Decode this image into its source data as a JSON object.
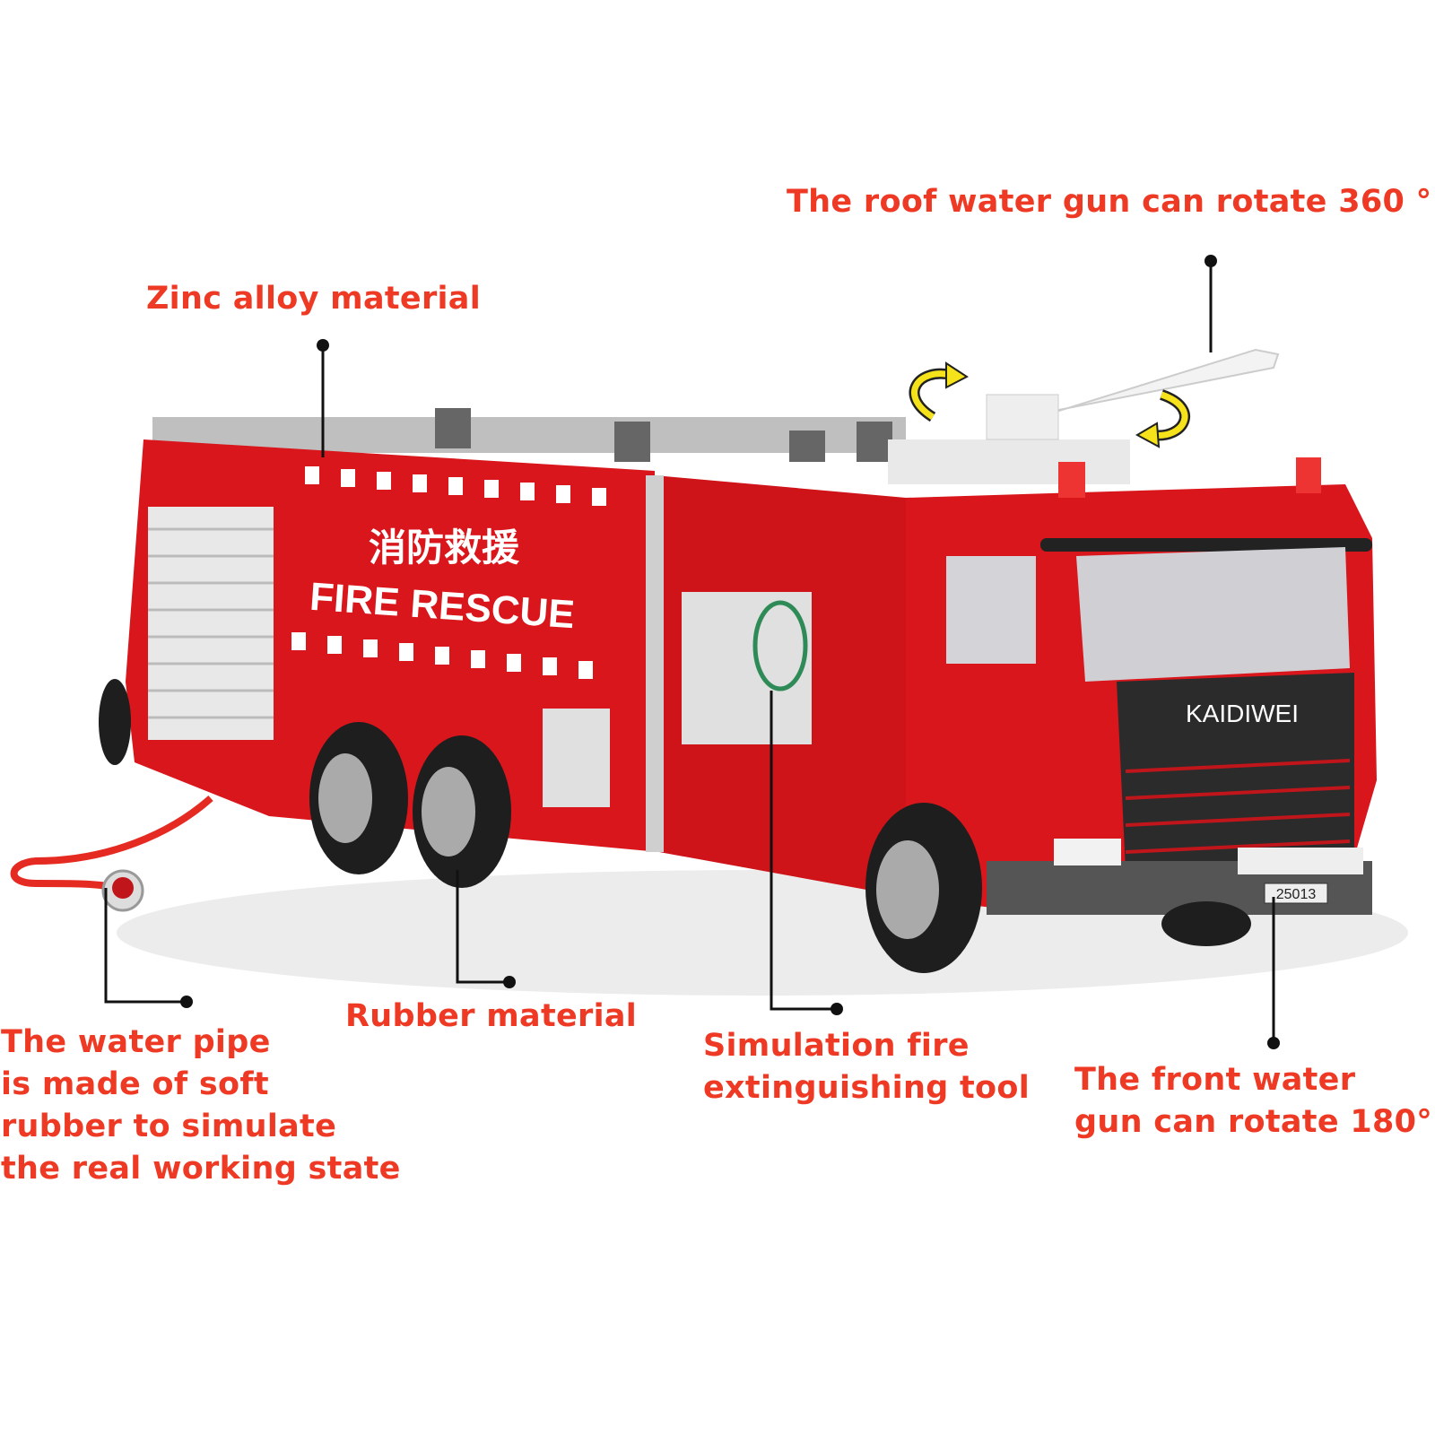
{
  "annotations": {
    "roof_gun": "The roof water gun can rotate 360 °",
    "zinc": "Zinc alloy material",
    "water_pipe": [
      "The water pipe",
      "is made of soft",
      "rubber to simulate",
      "the real working state"
    ],
    "rubber": "Rubber material",
    "tool": [
      "Simulation fire",
      "extinguishing tool"
    ],
    "front_gun": [
      "The front water",
      "gun can rotate 180°"
    ]
  },
  "truck": {
    "chinese_text": "消防救援",
    "side_text": "FIRE RESCUE",
    "grille_brand": "KAIDIWEI",
    "plate": "25013"
  },
  "colors": {
    "label": "#ee3a24",
    "truck_red": "#d8161b",
    "arrow": "#f5e21a"
  }
}
